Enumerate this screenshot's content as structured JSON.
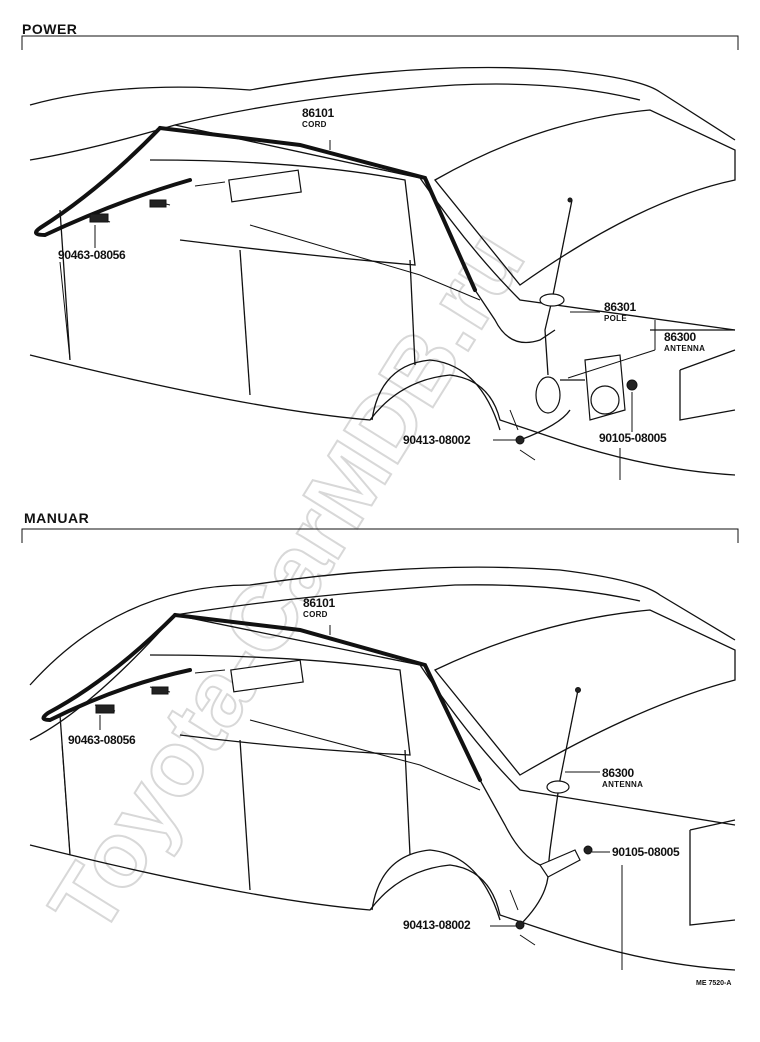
{
  "power": {
    "title": "POWER",
    "cord": {
      "part_no": "86101",
      "name": "CORD"
    },
    "pole": {
      "part_no": "86301",
      "name": "POLE"
    },
    "antenna": {
      "part_no": "86300",
      "name": "ANTENNA"
    },
    "clip": {
      "part_no": "90463-08056"
    },
    "bolt": {
      "part_no": "90105-08005"
    },
    "grommet": {
      "part_no": "90413-08002"
    }
  },
  "manual": {
    "title": "MANUAR",
    "cord": {
      "part_no": "86101",
      "name": "CORD"
    },
    "antenna": {
      "part_no": "86300",
      "name": "ANTENNA"
    },
    "clip": {
      "part_no": "90463-08056"
    },
    "bolt": {
      "part_no": "90105-08005"
    },
    "grommet": {
      "part_no": "90413-08002"
    }
  },
  "figure_code": "ME 7520-A",
  "watermark": "Toyota-CarMDB.ru"
}
